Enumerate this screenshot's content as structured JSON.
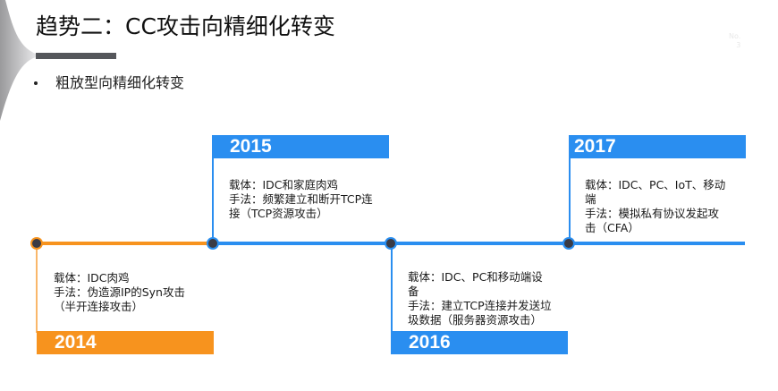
{
  "slide": {
    "title": "趋势二：CC攻击向精细化转变",
    "bullet": "粗放型向精细化转变",
    "watermark_line1": "No.",
    "watermark_line2": "3"
  },
  "colors": {
    "orange": "#f7931e",
    "blue": "#2a8ef0",
    "dot": "#3b3b45",
    "title_bar": "#55575b"
  },
  "timeline": [
    {
      "year": "2014",
      "carrier": "载体：IDC肉鸡",
      "method_lines": [
        "手法：伪造源IP的Syn攻击",
        "（半开连接攻击）"
      ]
    },
    {
      "year": "2015",
      "carrier": "载体：IDC和家庭肉鸡",
      "method_lines": [
        "手法：频繁建立和断开TCP连",
        "接（TCP资源攻击）"
      ]
    },
    {
      "year": "2016",
      "carrier_lines": [
        "载体：IDC、PC和移动端设",
        "备"
      ],
      "method_lines": [
        "手法：建立TCP连接并发送垃",
        "圾数据（服务器资源攻击）"
      ]
    },
    {
      "year": "2017",
      "carrier_lines": [
        "载体：IDC、PC、IoT、移动",
        "端"
      ],
      "method_lines": [
        "手法：模拟私有协议发起攻",
        "击（CFA）"
      ]
    }
  ]
}
